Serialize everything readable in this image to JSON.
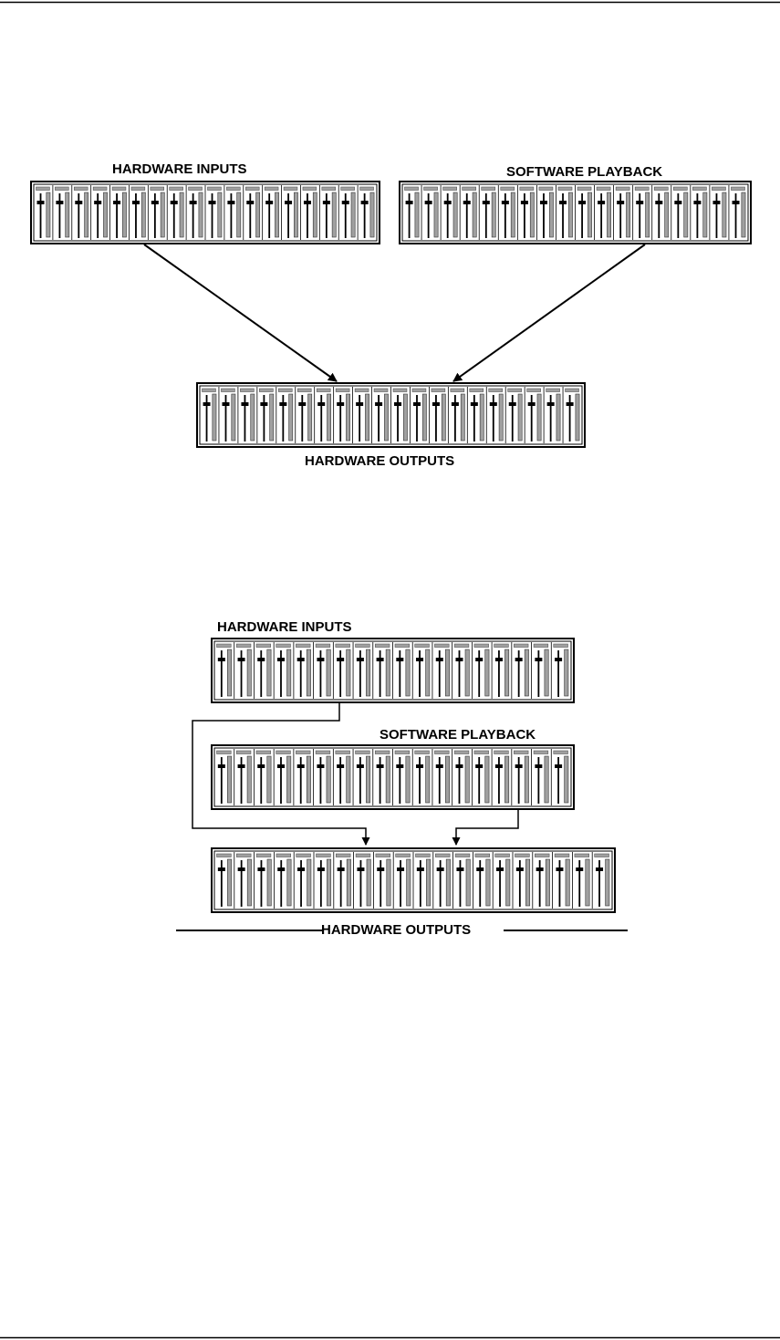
{
  "diagram_1": {
    "labels": {
      "hardware_inputs": "HARDWARE INPUTS",
      "software_playback": "SOFTWARE PLAYBACK",
      "hardware_outputs": "HARDWARE OUTPUTS"
    }
  },
  "diagram_2": {
    "labels": {
      "hardware_inputs": "HARDWARE INPUTS",
      "software_playback": "SOFTWARE PLAYBACK",
      "hardware_outputs": "HARDWARE OUTPUTS"
    }
  },
  "colors": {
    "line": "#000000",
    "meter_gray": "#a0a0a0",
    "panel_border": "#000000",
    "background": "#ffffff"
  }
}
